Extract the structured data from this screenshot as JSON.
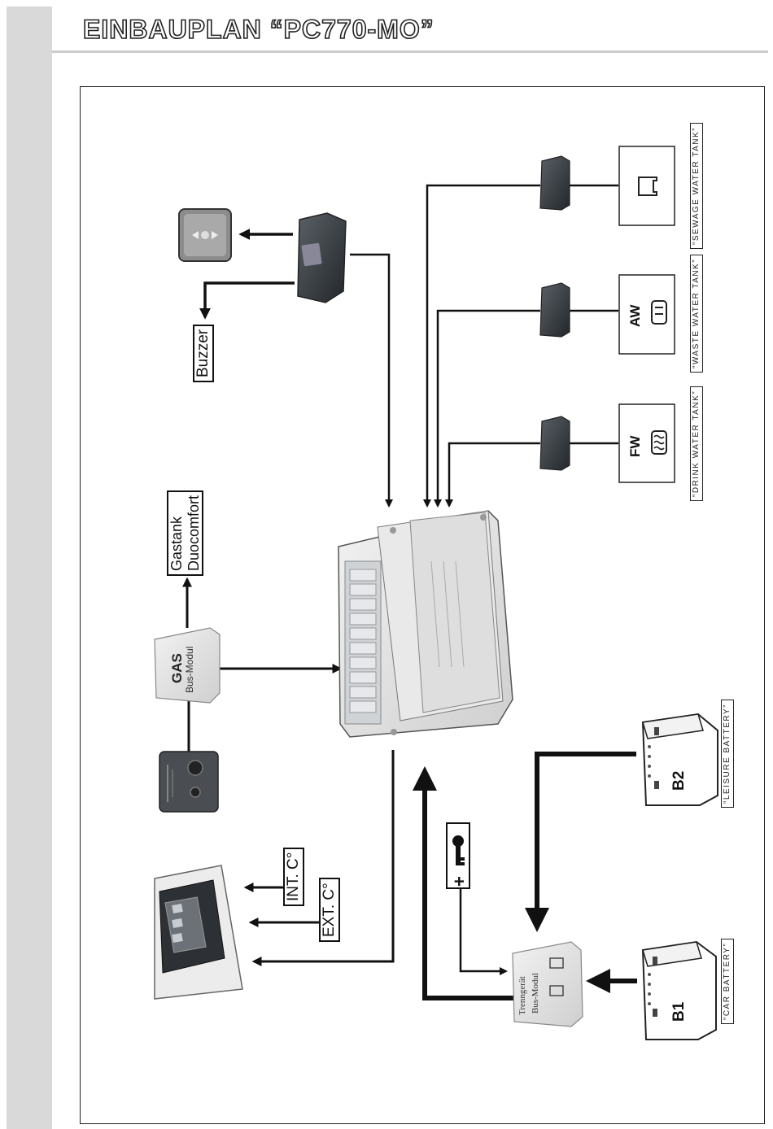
{
  "page": {
    "title": "EINBAUPLAN “PC770-MO”"
  },
  "labels": {
    "buzzer": "Buzzer",
    "gastank": "Gastank\nDuocomfort",
    "int_temp": "INT. C°",
    "ext_temp": "EXT. C°",
    "gas_module_title": "GAS",
    "gas_module_sub": "Bus-Modul",
    "trenn_module_title": "Trenngerät",
    "trenn_module_sub": "Bus-Modul",
    "tank_fw": "FW",
    "tank_aw": "AW",
    "battery_b1": "B1",
    "battery_b2": "B2",
    "key_plus": "+"
  },
  "captions": {
    "sewage": "“SEWAGE WATER TANK”",
    "waste": "“WASTE WATER TANK”",
    "drink": "“DRINK WATER TANK”",
    "leisure": "“LEISURE BATTERY”",
    "car": "“CAR BATTERY”"
  },
  "icons": {
    "remote": "remote-panel-icon",
    "key": "ignition-key-icon",
    "sewage": "toilet-icon",
    "waste": "waste-tank-icon",
    "drink": "water-waves-icon"
  },
  "colors": {
    "line": "#111111",
    "module": "#3a3f44",
    "panel": "#e6e6e6"
  }
}
